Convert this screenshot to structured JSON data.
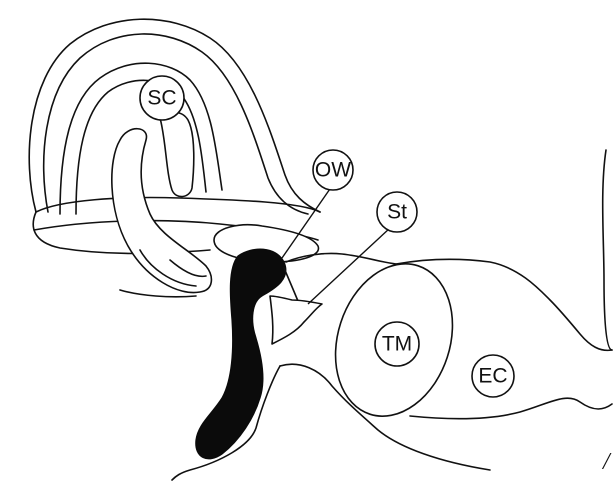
{
  "labels": {
    "sc": "SC",
    "ow": "OW",
    "st": "St",
    "tm": "TM",
    "ec": "EC"
  },
  "corner_mark": "/"
}
